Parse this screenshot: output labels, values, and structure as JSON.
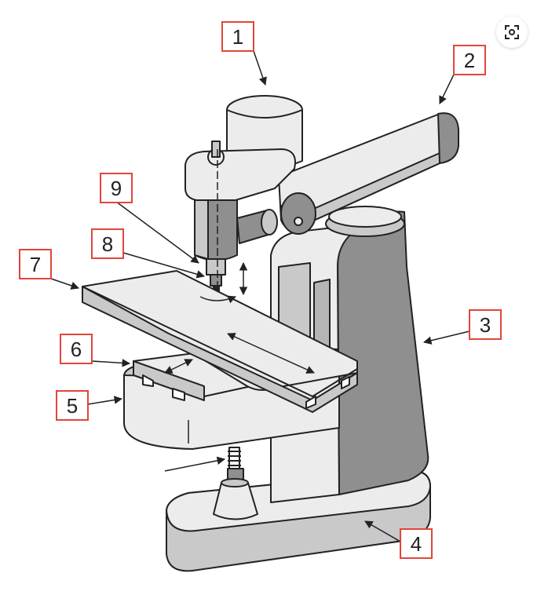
{
  "callouts": [
    {
      "id": "1",
      "label": "1"
    },
    {
      "id": "2",
      "label": "2"
    },
    {
      "id": "3",
      "label": "3"
    },
    {
      "id": "4",
      "label": "4"
    },
    {
      "id": "5",
      "label": "5"
    },
    {
      "id": "6",
      "label": "6"
    },
    {
      "id": "7",
      "label": "7"
    },
    {
      "id": "8",
      "label": "8"
    },
    {
      "id": "9",
      "label": "9"
    }
  ],
  "colors": {
    "callout_border": "#e0463a",
    "callout_fill": "#ffffff",
    "machine_light": "#ececec",
    "machine_mid": "#c9c9c9",
    "machine_dark": "#8f8f8f",
    "outline": "#222222"
  },
  "lens_button": {
    "icon": "visual-search-icon"
  }
}
